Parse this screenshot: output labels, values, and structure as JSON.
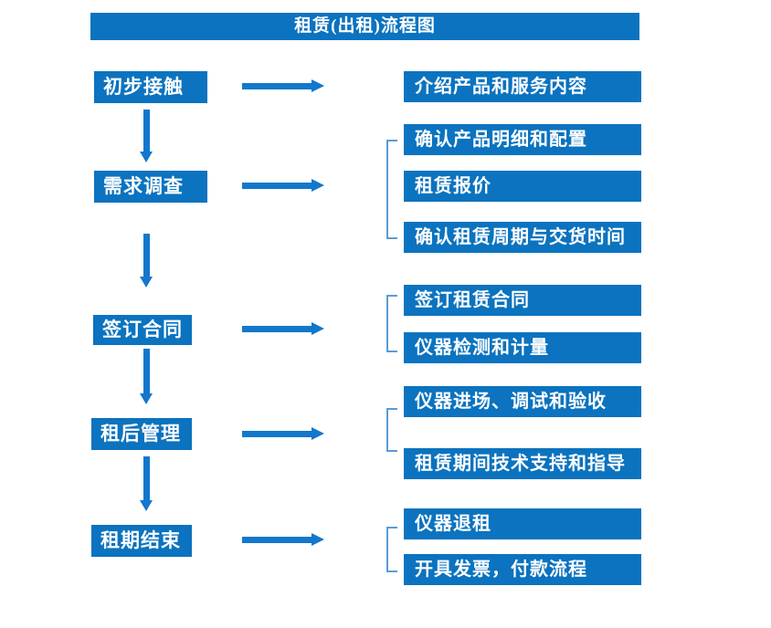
{
  "title": "租赁(出租)流程图",
  "colors": {
    "box_blue": "#0B73BF",
    "arrow_blue": "#1377CC",
    "bracket_blue": "#5B9BD5",
    "text": "#FFFFFF",
    "background": "#FFFFFF"
  },
  "icons": {
    "arrow_right": "css-triangle-right",
    "arrow_down": "css-triangle-down",
    "group_bracket": "css-left-square-bracket"
  },
  "flow": {
    "steps": [
      {
        "label": "初步接触",
        "has_bracket": false,
        "details": [
          "介绍产品和服务内容"
        ]
      },
      {
        "label": "需求调查",
        "has_bracket": true,
        "details": [
          "确认产品明细和配置",
          "租赁报价",
          "确认租赁周期与交货时间"
        ]
      },
      {
        "label": "签订合同",
        "has_bracket": true,
        "details": [
          "签订租赁合同",
          "仪器检测和计量"
        ]
      },
      {
        "label": "租后管理",
        "has_bracket": true,
        "details": [
          "仪器进场、调试和验收",
          "租赁期间技术支持和指导"
        ]
      },
      {
        "label": "租期结束",
        "has_bracket": true,
        "details": [
          "仪器退租",
          "开具发票，付款流程"
        ]
      }
    ]
  }
}
